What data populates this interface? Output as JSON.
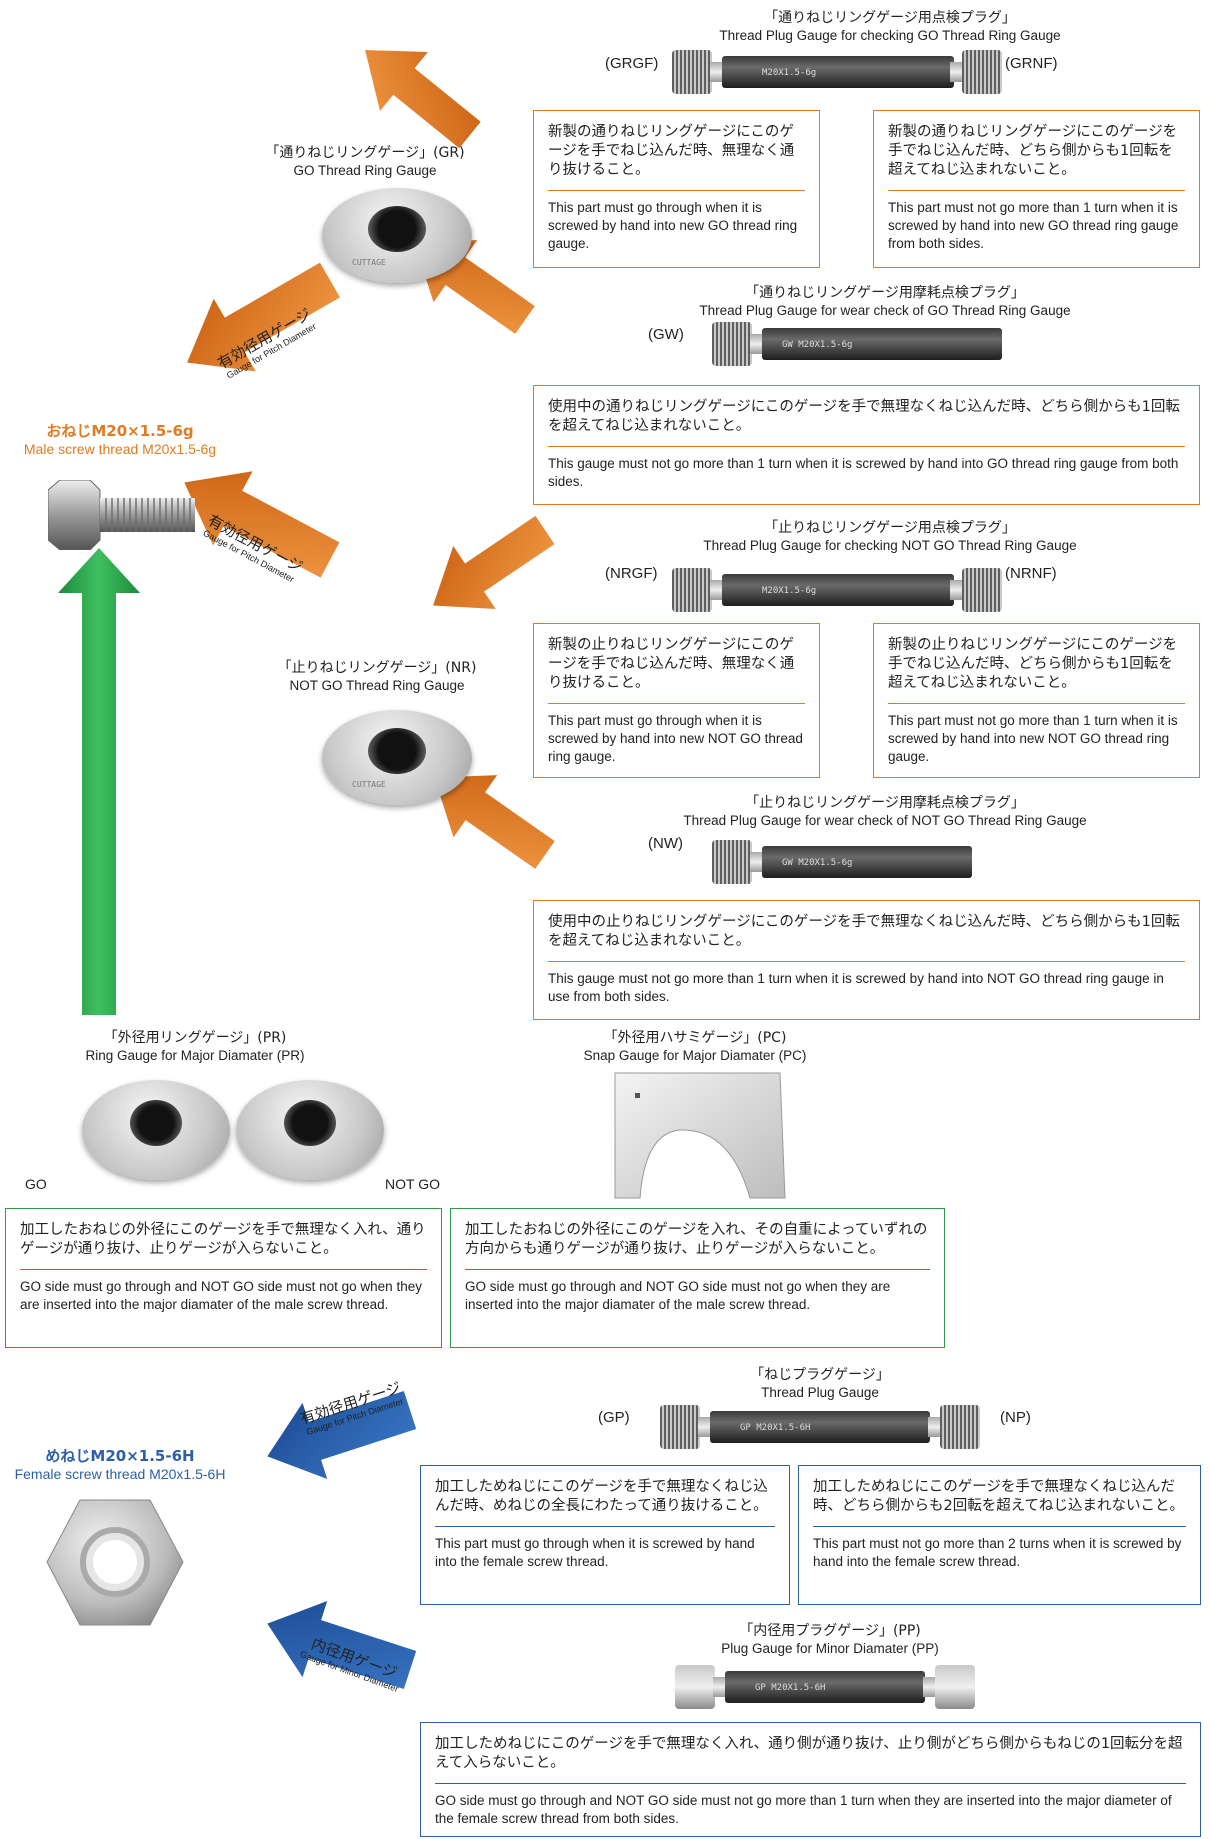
{
  "colors": {
    "orange": "#e07b22",
    "green": "#2e9a4d",
    "blue": "#2c5fa8"
  },
  "grgf": {
    "title_jp": "「通りねじリングゲージ用点検プラグ」",
    "title_en": "Thread Plug Gauge for checking GO Thread Ring Gauge",
    "left": "(GRGF)",
    "right": "(GRNF)",
    "box_left_jp": "新製の通りねじリングゲージにこのゲージを手でねじ込んだ時、無理なく通り抜けること。",
    "box_left_en": "This part must go through when it is screwed by hand into  new GO thread ring gauge.",
    "box_right_jp": "新製の通りねじリングゲージにこのゲージを手でねじ込んだ時、どちら側からも1回転を超えてねじ込まれないこと。",
    "box_right_en": "This part must not go more than 1 turn when it is screwed by hand into new GO thread ring gauge from both sides."
  },
  "gr": {
    "title_jp": "「通りねじリングゲージ」(GR)",
    "title_en": "GO Thread Ring Gauge"
  },
  "gw": {
    "title_jp": "「通りねじリングゲージ用摩耗点検プラグ」",
    "title_en": "Thread Plug Gauge for wear check of  GO Thread Ring Gauge",
    "left": "(GW)",
    "box_jp": "使用中の通りねじリングゲージにこのゲージを手で無理なくねじ込んだ時、どちら側からも1回転を超えてねじ込まれないこと。",
    "box_en": "This gauge must not go more than 1 turn when it is screwed by hand into GO thread ring gauge from both sides."
  },
  "male": {
    "title_jp": "おねじM20×1.5-6g",
    "title_en": "Male screw thread M20x1.5-6g"
  },
  "pitch_label": {
    "jp": "有効径用ゲージ",
    "en": "Gauge for Pitch Diameter"
  },
  "minor_label": {
    "jp": "内径用ゲージ",
    "en": "Gauge for Minor Diameter"
  },
  "nrgf": {
    "title_jp": "「止りねじリングゲージ用点検プラグ」",
    "title_en": "Thread Plug Gauge for checking NOT GO Thread Ring Gauge",
    "left": "(NRGF)",
    "right": "(NRNF)",
    "box_left_jp": "新製の止りねじリングゲージにこのゲージを手でねじ込んだ時、無理なく通り抜けること。",
    "box_left_en": "This part must go through when it is screwed by hand into  new NOT GO thread ring gauge.",
    "box_right_jp": "新製の止りねじリングゲージにこのゲージを手でねじ込んだ時、どちら側からも1回転を超えてねじ込まれないこと。",
    "box_right_en": "This part must not go more than 1 turn when it is screwed by hand into new NOT GO thread ring gauge."
  },
  "nr": {
    "title_jp": "「止りねじリングゲージ」(NR)",
    "title_en": "NOT GO Thread Ring Gauge"
  },
  "nw": {
    "title_jp": "「止りねじリングゲージ用摩耗点検プラグ」",
    "title_en": "Thread Plug Gauge for wear check of NOT GO Thread Ring Gauge",
    "left": "(NW)",
    "box_jp": "使用中の止りねじリングゲージにこのゲージを手で無理なくねじ込んだ時、どちら側からも1回転を超えてねじ込まれないこと。",
    "box_en": "This gauge must not go more than 1 turn when it is screwed by hand into NOT GO thread ring gauge in use from both sides."
  },
  "pr": {
    "title_jp": "「外径用リングゲージ」(PR)",
    "title_en": "Ring Gauge for Major Diamater (PR)",
    "go": "GO",
    "notgo": "NOT GO",
    "box_jp": "加工したおねじの外径にこのゲージを手で無理なく入れ、通りゲージが通り抜け、止りゲージが入らないこと。",
    "box_en": "GO side must go through and NOT GO side must not go when they are inserted into the major diamater of the male screw thread."
  },
  "pc": {
    "title_jp": "「外径用ハサミゲージ」(PC)",
    "title_en": "Snap Gauge for Major Diamater (PC)",
    "box_jp": "加工したおねじの外径にこのゲージを入れ、その自重によっていずれの方向からも通りゲージが通り抜け、止りゲージが入らないこと。",
    "box_en": "GO side must go through and NOT GO side must not go when they are inserted into the major diamater of the male screw thread."
  },
  "tp": {
    "title_jp": "「ねじプラグゲージ」",
    "title_en": "Thread Plug Gauge",
    "left": "(GP)",
    "right": "(NP)",
    "box_left_jp": "加工しためねじにこのゲージを手で無理なくねじ込んだ時、めねじの全長にわたって通り抜けること。",
    "box_left_en": "This part must go through when it is screwed by hand into the female screw thread.",
    "box_right_jp": "加工しためねじにこのゲージを手で無理なくねじ込んだ時、どちら側からも2回転を超えてねじ込まれないこと。",
    "box_right_en": "This part must not go more than 2 turns when it is screwed by hand into the female screw thread."
  },
  "female": {
    "title_jp": "めねじM20×1.5-6H",
    "title_en": "Female screw thread M20x1.5-6H"
  },
  "pp": {
    "title_jp": "「内径用プラグゲージ」(PP)",
    "title_en": "Plug Gauge for Minor Diamater (PP)",
    "box_jp": "加工しためねじにこのゲージを手で無理なく入れ、通り側が通り抜け、止り側がどちら側からもねじの1回転分を超えて入らないこと。",
    "box_en": "GO side must go through and NOT GO side must not go more than 1 turn when they are inserted into the major diameter of the female screw thread from both sides."
  },
  "engravings": {
    "grgf": "M20X1.5-6g",
    "gw": "GW  M20X1.5-6g",
    "gr": "CUTTAGE",
    "tp": "GP  M20X1.5-6H"
  }
}
